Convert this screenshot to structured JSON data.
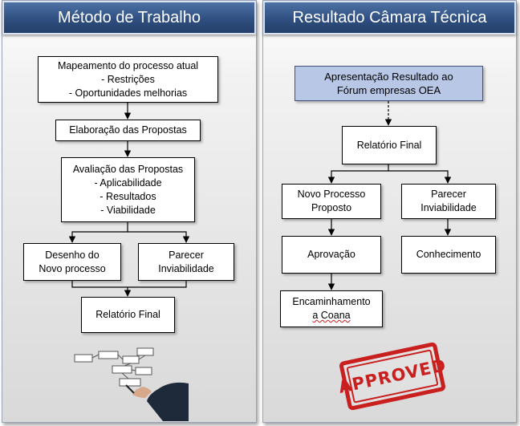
{
  "left_panel": {
    "title": "Método de Trabalho",
    "mapeamento": {
      "title": "Mapeamento do processo atual",
      "items": [
        "- Restrições",
        "- Oportunidades melhorias"
      ]
    },
    "elaboracao": "Elaboração das Propostas",
    "avaliacao": {
      "title": "Avaliação das Propostas",
      "items": [
        "- Aplicabilidade",
        "- Resultados",
        "- Viabilidade"
      ]
    },
    "desenho": [
      "Desenho do",
      "Novo processo"
    ],
    "parecer": [
      "Parecer",
      "Inviabilidade"
    ],
    "relatorio": "Relatório Final"
  },
  "right_panel": {
    "title": "Resultado Câmara Técnica",
    "apresentacao": [
      "Apresentação Resultado ao",
      "Fórum empresas OEA"
    ],
    "relatorio": "Relatório Final",
    "novo_processo": [
      "Novo Processo",
      "Proposto"
    ],
    "parecer": [
      "Parecer",
      "Inviabilidade"
    ],
    "aprovacao": "Aprovação",
    "conhecimento": "Conhecimento",
    "encaminhamento": [
      "Encaminhamento",
      "a Coana"
    ],
    "stamp": "APPROVED"
  },
  "colors": {
    "header_bg": "#2f4f80",
    "highlight_box": "#b8c7e6",
    "stamp_red": "#c91f1f"
  }
}
